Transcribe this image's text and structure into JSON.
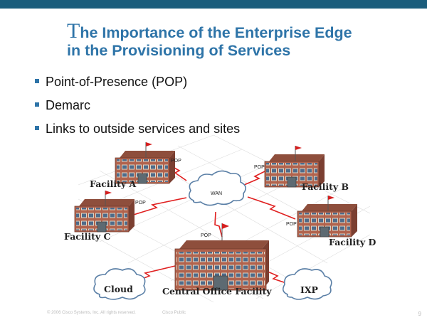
{
  "slide": {
    "title_dropcap": "T",
    "title_line1_rest": "he Importance of the Enterprise Edge",
    "title_line2": "in the Provisioning of Services",
    "bullets": [
      "Point-of-Presence (POP)",
      "Demarc",
      "Links to outside services and sites"
    ],
    "footer_copyright": "© 2006 Cisco Systems, Inc. All rights reserved.",
    "footer_public": "Cisco Public",
    "page_number": "9"
  },
  "diagram": {
    "facilities": {
      "a": "Facility A",
      "b": "Facility B",
      "c": "Facility C",
      "d": "Facility D",
      "central": "Central Office Facility"
    },
    "pop_label": "POP",
    "wan": "WAN",
    "cloud": "Cloud",
    "ixp": "IXP"
  },
  "colors": {
    "topbar": "#1b5d7c",
    "title": "#2e74a8",
    "building": "#b1634d",
    "link": "#e02020"
  }
}
